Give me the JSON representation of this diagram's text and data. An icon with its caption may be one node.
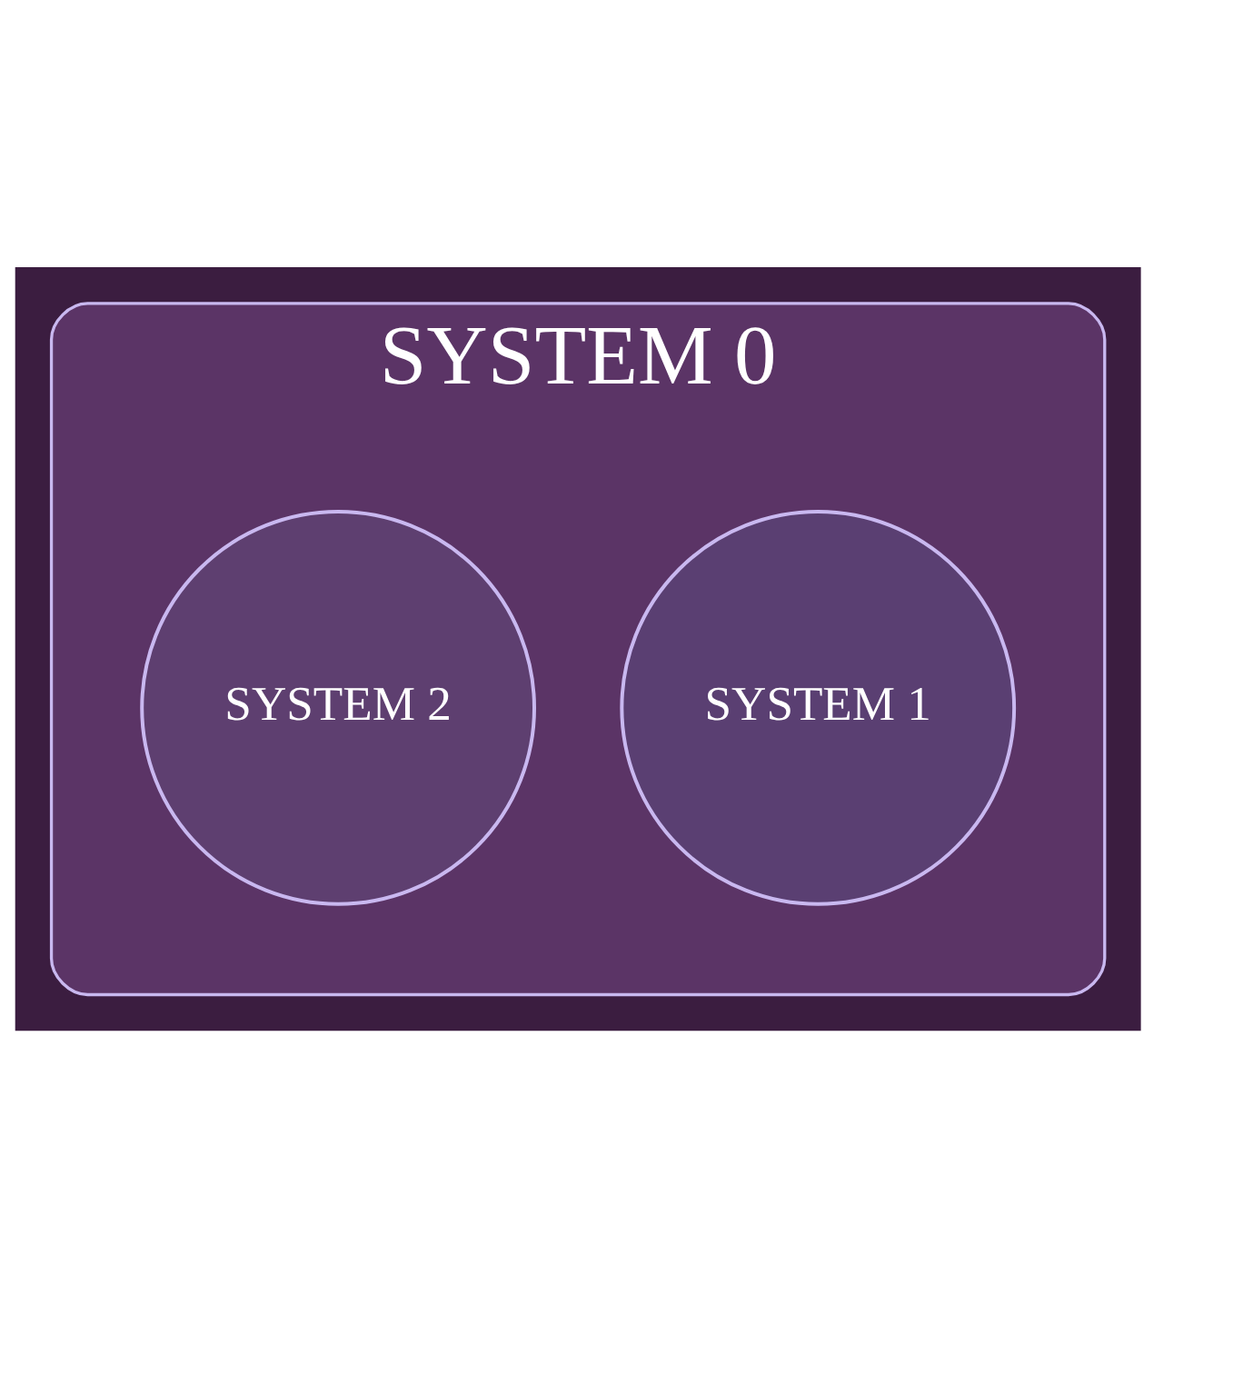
{
  "diagram": {
    "nodes": [
      {
        "text": [
          "SYSTEM 0"
        ]
      },
      {
        "text": [
          "SYSTEM 1"
        ],
        "in": 0
      },
      {
        "text": [
          "SYSTEM 2"
        ],
        "in": 0
      }
    ]
  }
}
